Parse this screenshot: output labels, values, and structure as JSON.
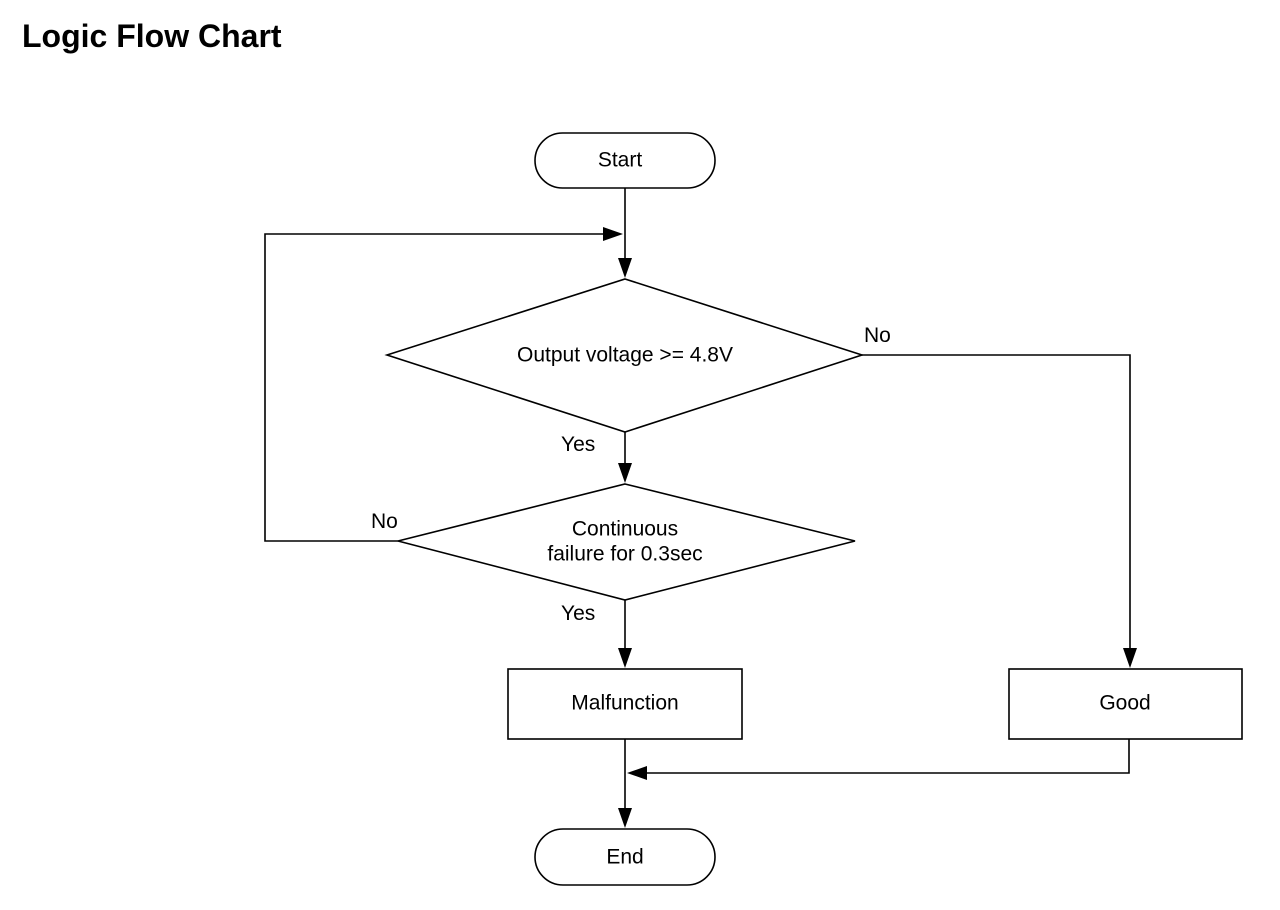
{
  "title": "Logic Flow Chart",
  "nodes": {
    "start": {
      "label": "Start"
    },
    "decision_voltage": {
      "label": "Output voltage >= 4.8V"
    },
    "decision_failure": {
      "label_line1": "Continuous",
      "label_line2": "failure for 0.3sec"
    },
    "malfunction": {
      "label": "Malfunction"
    },
    "good": {
      "label": "Good"
    },
    "end": {
      "label": "End"
    }
  },
  "edges": {
    "voltage_yes": "Yes",
    "voltage_no": "No",
    "failure_yes": "Yes",
    "failure_no": "No"
  }
}
